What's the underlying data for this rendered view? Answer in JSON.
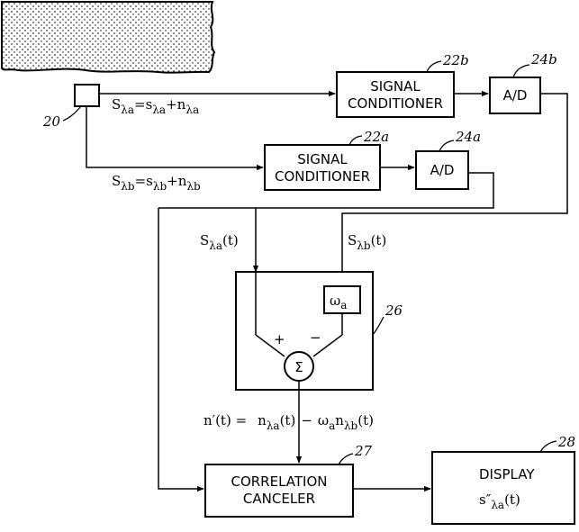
{
  "diagram": {
    "sensor_ref": "20",
    "signal_conditioner_top": {
      "label_line1": "SIGNAL",
      "label_line2": "CONDITIONER",
      "ref": "22b"
    },
    "adc_top": {
      "label": "A/D",
      "ref": "24b"
    },
    "signal_conditioner_bottom": {
      "label_line1": "SIGNAL",
      "label_line2": "CONDITIONER",
      "ref": "22a"
    },
    "adc_bottom": {
      "label": "A/D",
      "ref": "24a"
    },
    "eq_top": {
      "lhs": "S",
      "lhs_sub": "λa",
      "eq": "=",
      "t1": "s",
      "t1_sub": "λa",
      "plus": "+",
      "t2": "n",
      "t2_sub": "λa"
    },
    "eq_bottom": {
      "lhs": "S",
      "lhs_sub": "λb",
      "eq": "=",
      "t1": "s",
      "t1_sub": "λb",
      "plus": "+",
      "t2": "n",
      "t2_sub": "λb"
    },
    "input_a": {
      "sym": "S",
      "sub": "λa",
      "arg": "(t)"
    },
    "input_b": {
      "sym": "S",
      "sub": "λb",
      "arg": "(t)"
    },
    "weight": {
      "sym": "ω",
      "sub": "a"
    },
    "summer": {
      "symbol": "Σ",
      "plus": "+",
      "minus": "−",
      "ref": "26"
    },
    "output_eq": {
      "lhs": "n′(t) =",
      "t1": "n",
      "t1_sub": "λa",
      "t1_arg": "(t)",
      "minus": "−",
      "w": "ω",
      "w_sub": "a",
      "t2": "n",
      "t2_sub": "λb",
      "t2_arg": "(t)"
    },
    "correlation_canceler": {
      "label_line1": "CORRELATION",
      "label_line2": "CANCELER",
      "ref": "27"
    },
    "display": {
      "label": "DISPLAY",
      "sym": "s″",
      "sub": "λa",
      "arg": "(t)",
      "ref": "28"
    }
  }
}
